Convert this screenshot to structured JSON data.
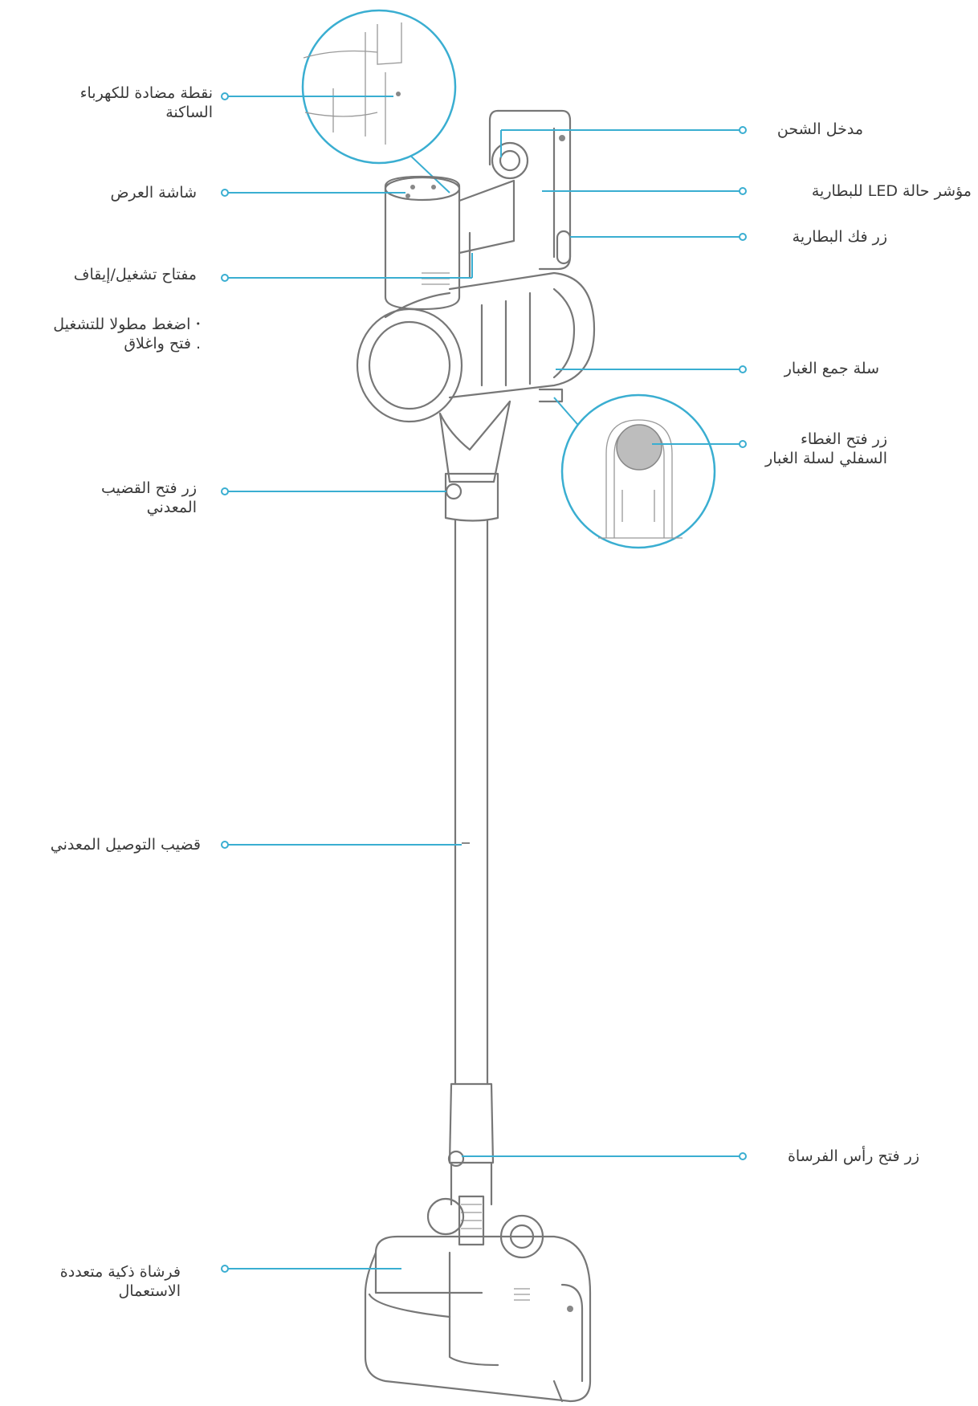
{
  "colors": {
    "leader": "#3aaed1",
    "outline": "#707070",
    "text": "#3a3a3a"
  },
  "labels": {
    "antistatic_point": "نقطة مضادة للكهرباء\nالساكنة",
    "display_screen": "شاشة العرض",
    "power_switch": "مفتاح تشغيل/إيقاف",
    "power_note_1": "اضغط مطولا للتشغيل",
    "power_note_2": "فتح واغلاق",
    "metal_rod_release": "زر فتح القضيب\nالمعدني",
    "metal_extension_rod": "قضيب التوصيل المعدني",
    "smart_brush": "فرشاة ذكية متعددة\nالاستعمال",
    "charging_port": "مدخل الشحن",
    "battery_led": "مؤشر حالة LED للبطارية",
    "battery_release": "زر فك البطارية",
    "dust_bin": "سلة جمع الغبار",
    "dust_bin_lid_button": "زر فتح الغطاء\nالسفلي لسلة الغبار",
    "brush_head_release": "زر فتح رأس الفرساة"
  },
  "bullets": {
    "note_1": "•",
    "note_2": "."
  }
}
